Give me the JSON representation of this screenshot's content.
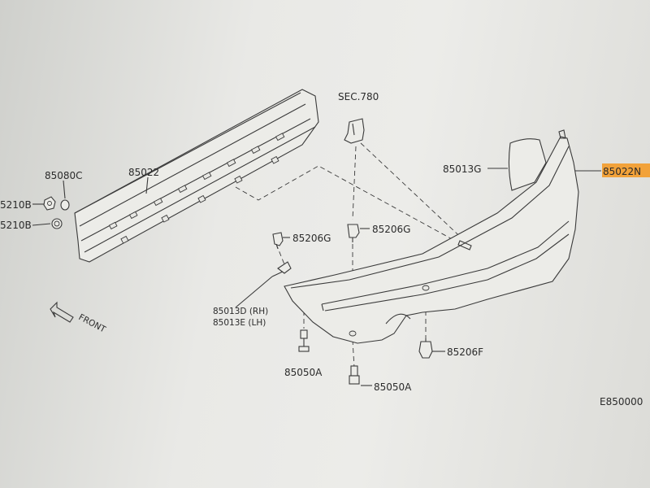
{
  "labels": {
    "sec": "SEC.780",
    "p85080C": "85080C",
    "p85022_rein": "85022",
    "p85210B_top": "5210B",
    "p85210B_bot": "5210B",
    "p85013G": "85013G",
    "p85022N": "85022N",
    "p85206G_left": "85206G",
    "p85206G_mid": "85206G",
    "p85013D": "85013D (RH)",
    "p85013E": "85013E (LH)",
    "p85050A_left": "85050A",
    "p85050A_mid": "85050A",
    "p85206F": "85206F",
    "front": "FRONT",
    "diagram_code": "E850000"
  },
  "colors": {
    "highlight": "#f2a23a",
    "line": "#3a3a3a"
  }
}
